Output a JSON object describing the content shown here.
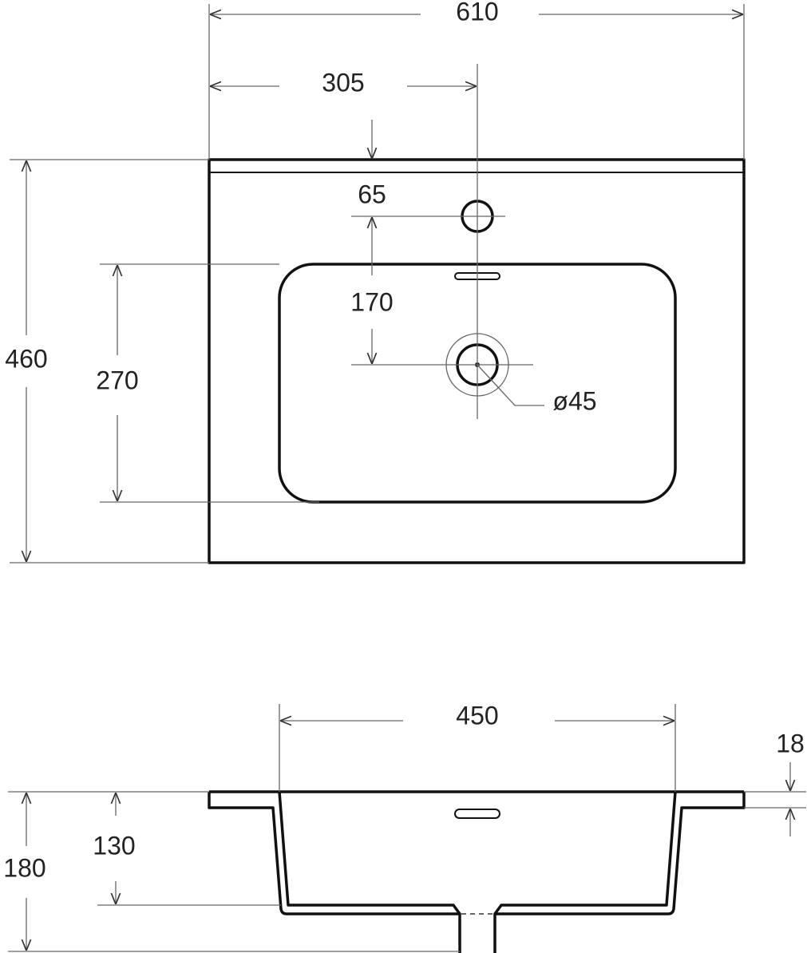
{
  "drawing": {
    "top_view": {
      "width_total": "610",
      "half_width": "305",
      "tap_offset": "65",
      "tap_to_drain": "170",
      "depth_total": "460",
      "bowl_depth": "270",
      "drain_diameter": "ø45"
    },
    "side_view": {
      "bowl_width": "450",
      "rim_thickness": "18",
      "total_height": "180",
      "bowl_height": "130"
    },
    "colors": {
      "line": "#111111",
      "dimension": "#666666"
    }
  }
}
